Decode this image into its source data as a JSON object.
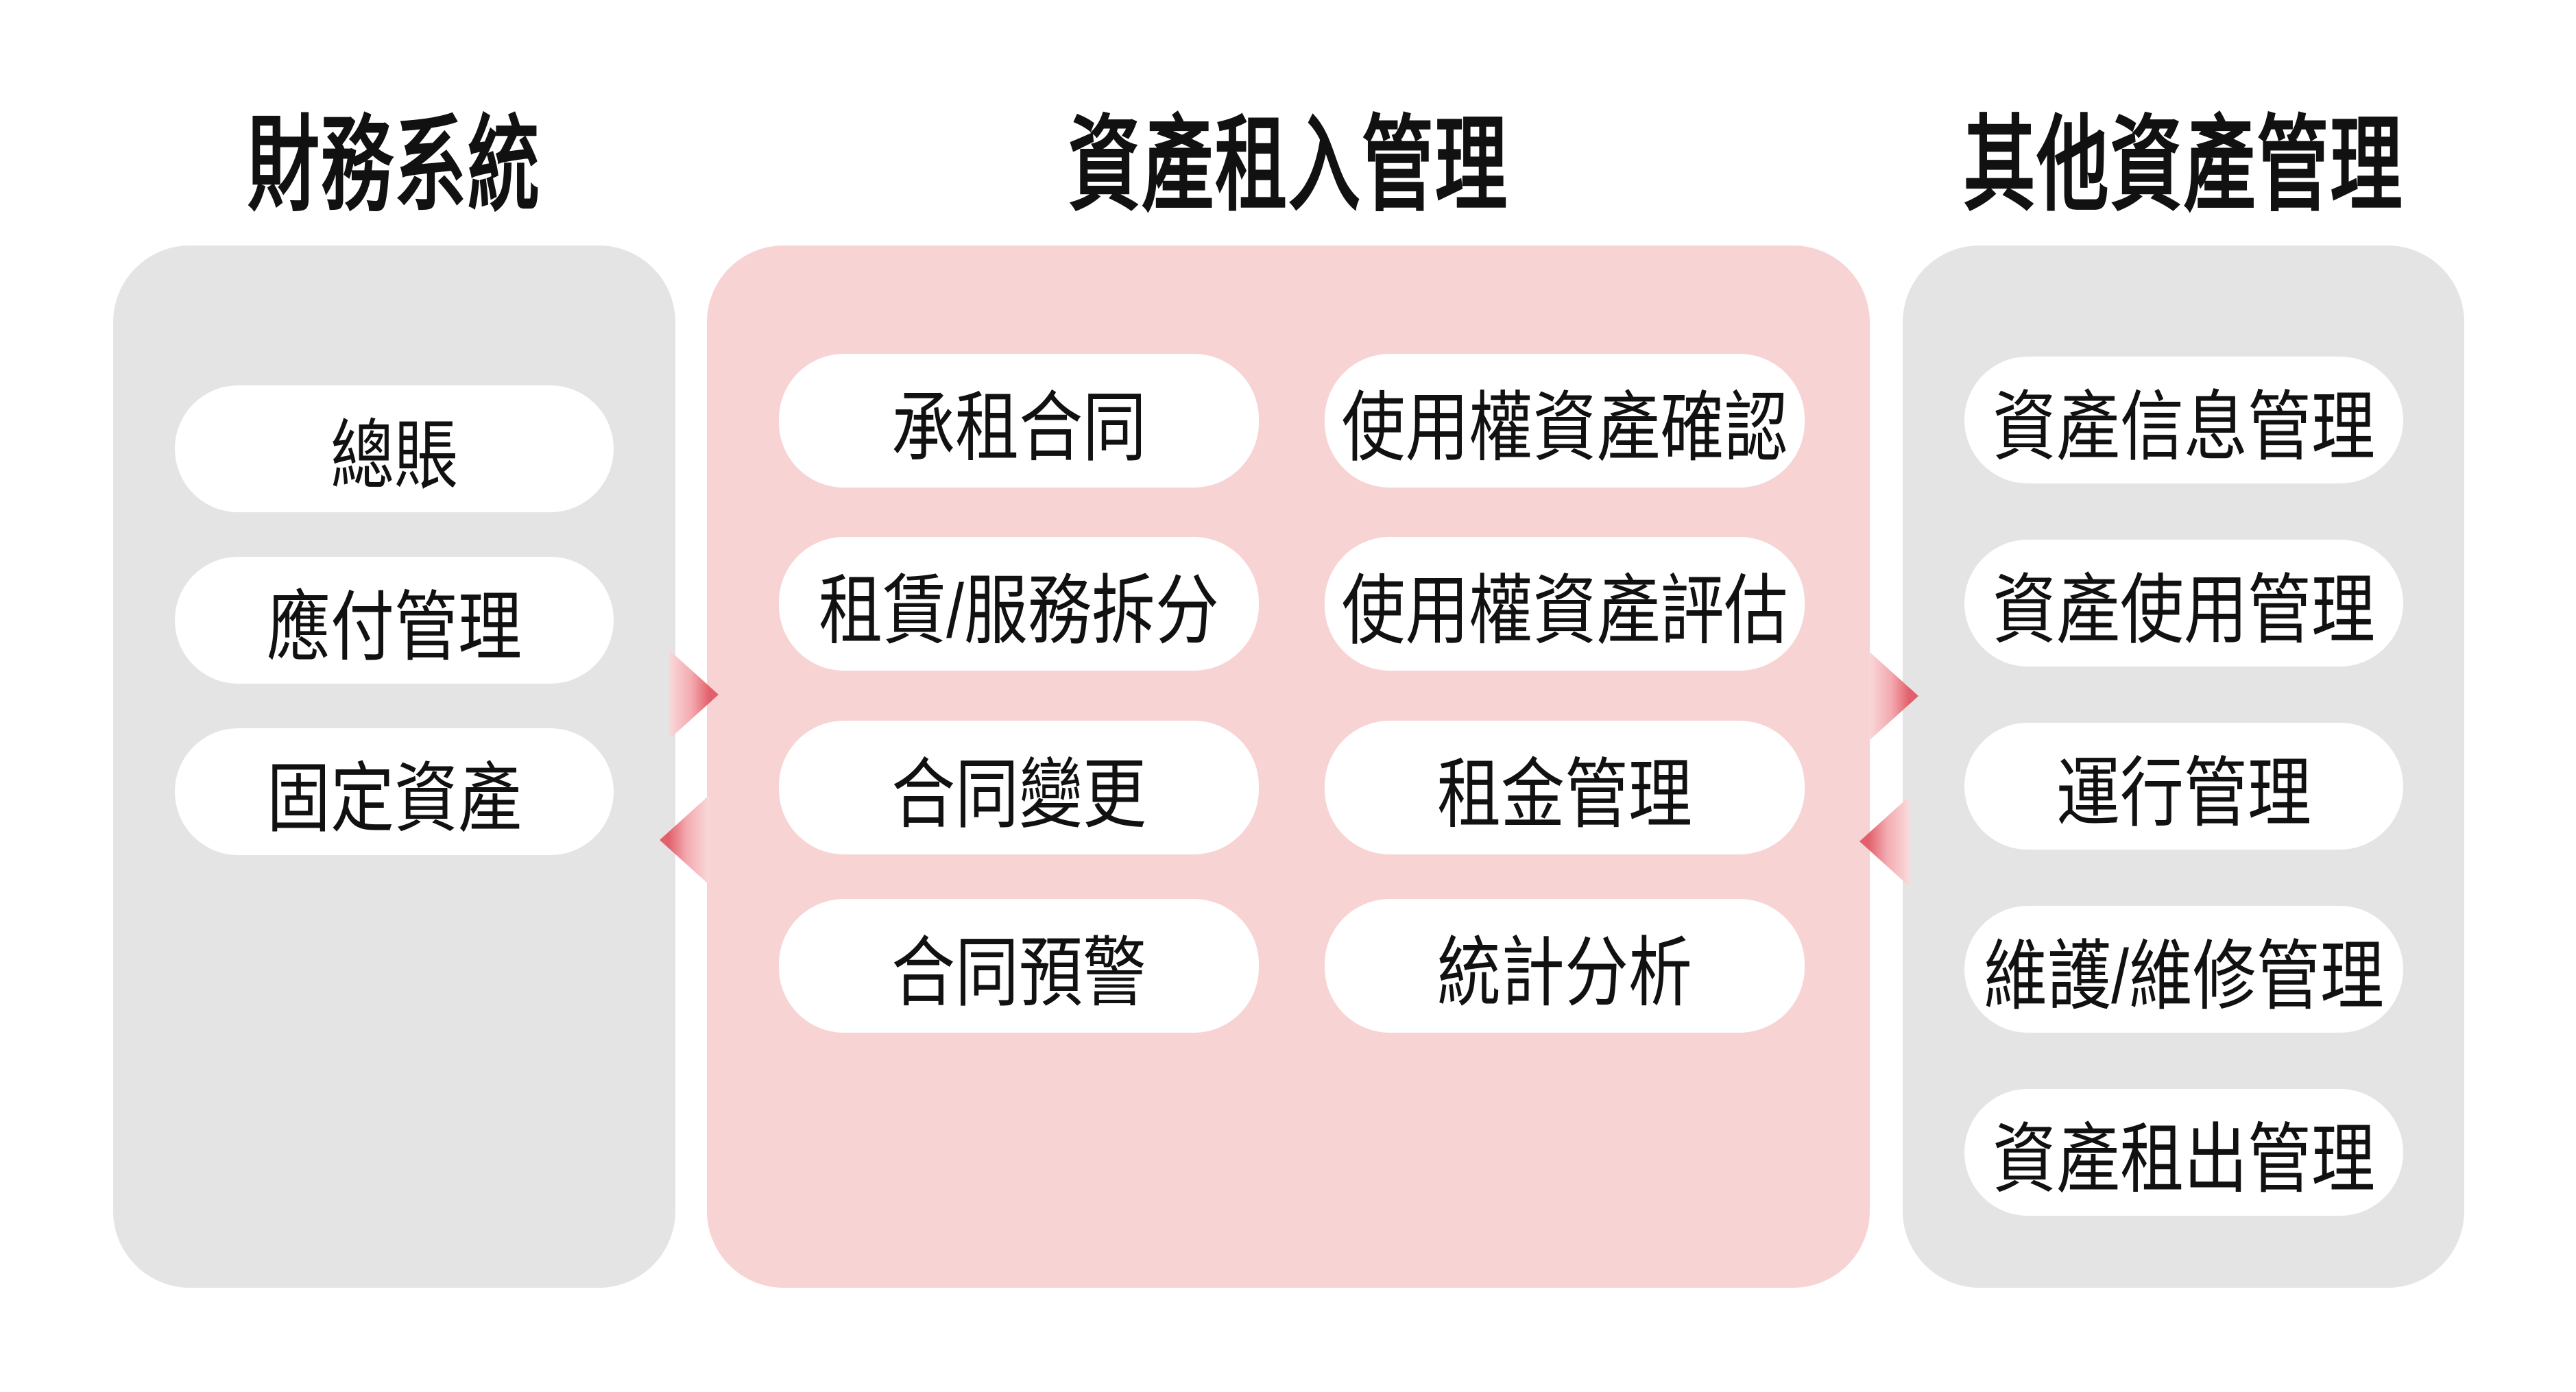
{
  "headings": {
    "finance": "財務系統",
    "lease": "資產租入管理",
    "other": "其他資產管理"
  },
  "panels": {
    "finance": {
      "items": [
        "總賬",
        "應付管理",
        "固定資產"
      ]
    },
    "lease": {
      "left_column": [
        "承租合同",
        "租賃/服務拆分",
        "合同變更",
        "合同預警"
      ],
      "right_column": [
        "使用權資產確認",
        "使用權資產評估",
        "租金管理",
        "統計分析"
      ]
    },
    "other": {
      "items": [
        "資產信息管理",
        "資產使用管理",
        "運行管理",
        "維護/維修管理",
        "資產租出管理"
      ]
    }
  },
  "arrows": [
    {
      "name": "finance-to-lease",
      "direction": "right"
    },
    {
      "name": "lease-to-finance",
      "direction": "left"
    },
    {
      "name": "lease-to-other",
      "direction": "right"
    },
    {
      "name": "other-to-lease",
      "direction": "left"
    }
  ],
  "colors": {
    "background": "#ffffff",
    "panel_gray": "#e4e4e4",
    "panel_pink": "#f8d3d4",
    "pill": "#ffffff",
    "text": "#111111",
    "arrow_tip": "#e2606b",
    "arrow_tail": "#f9d9da"
  }
}
